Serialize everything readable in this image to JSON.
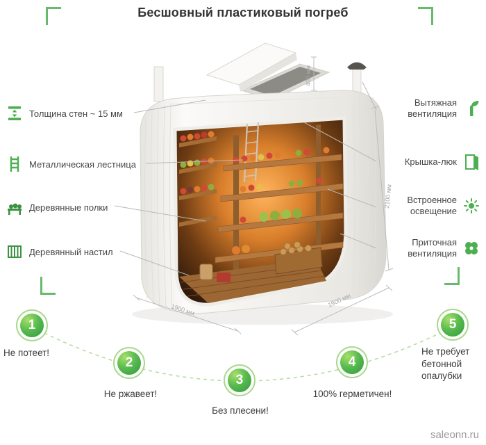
{
  "title": "Бесшовный пластиковый погреб",
  "features_left": [
    {
      "label": "Толщина стен ~ 15 мм",
      "icon": "wall-thickness-icon"
    },
    {
      "label": "Металлическая лестница",
      "icon": "ladder-icon"
    },
    {
      "label": "Деревянные полки",
      "icon": "shelves-icon"
    },
    {
      "label": "Деревянный настил",
      "icon": "decking-icon"
    }
  ],
  "features_right": [
    {
      "label": "Вытяжная вентиляция",
      "icon": "exhaust-vent-icon"
    },
    {
      "label": "Крышка-люк",
      "icon": "hatch-icon"
    },
    {
      "label": "Встроенное освещение",
      "icon": "lighting-icon"
    },
    {
      "label": "Приточная вентиляция",
      "icon": "supply-vent-icon"
    }
  ],
  "dimensions": {
    "lid_height": "400 мм",
    "cellar_height": "2100 мм",
    "depth": "1900 мм",
    "width": "1900 мм"
  },
  "benefits": [
    {
      "number": "1",
      "label": "Не потеет!"
    },
    {
      "number": "2",
      "label": "Не ржавеет!"
    },
    {
      "number": "3",
      "label": "Без плесени!"
    },
    {
      "number": "4",
      "label": "100% герметичен!"
    },
    {
      "number": "5",
      "label": "Не требует бетонной опалубки"
    }
  ],
  "watermark": "saleonn.ru",
  "colors": {
    "accent_green": "#4caf50",
    "ring_green": "#a8d98c",
    "text_dark": "#3c3c3c",
    "dimension_gray": "#a5a9a9"
  }
}
